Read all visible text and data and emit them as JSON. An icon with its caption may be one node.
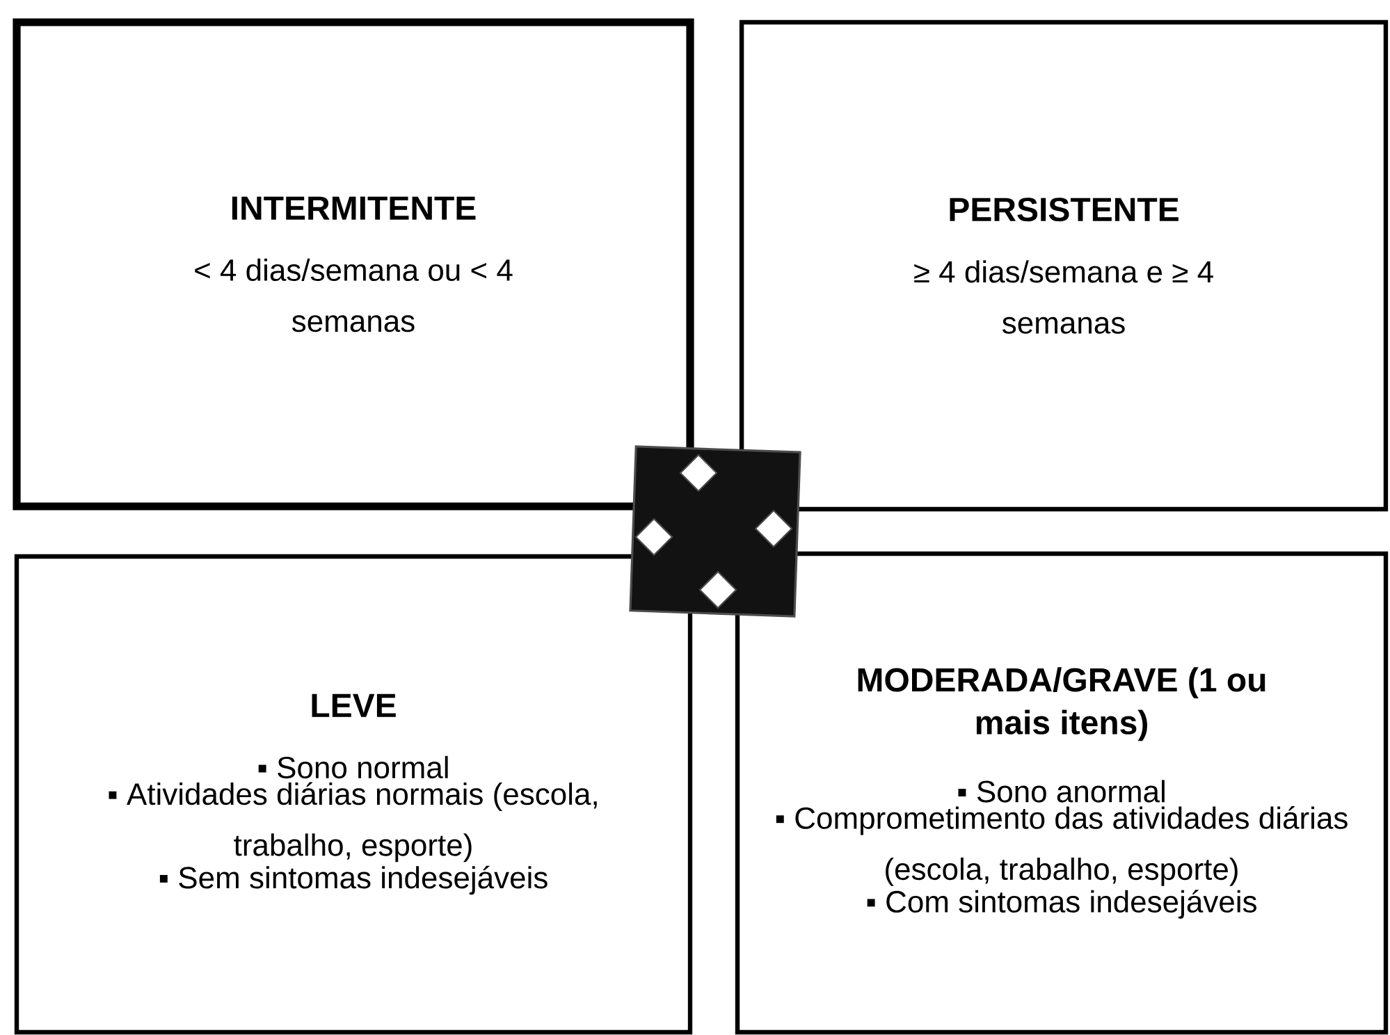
{
  "diagram": {
    "nodes": [
      {
        "text": [
          "INTERMITENTE",
          "< 4 dias/semana ou < 4 semanas"
        ]
      },
      {
        "text": [
          "PERSISTENTE",
          "≥ 4 dias/semana e ≥ 4 semanas"
        ]
      },
      {
        "text": [
          "LEVE",
          "▪ Sono normal",
          "▪ Atividades diárias normais (escola, trabalho, esporte)",
          "▪ Sem sintomas indesejáveis"
        ]
      },
      {
        "text": [
          "MODERADA/GRAVE (1 ou mais itens)",
          "▪ Sono anormal",
          "▪ Comprometimento das atividades diárias (escola, trabalho, esporte)",
          "▪ Com sintomas indesejáveis"
        ]
      },
      {
        "text": [],
        "shape": "picture"
      }
    ]
  }
}
